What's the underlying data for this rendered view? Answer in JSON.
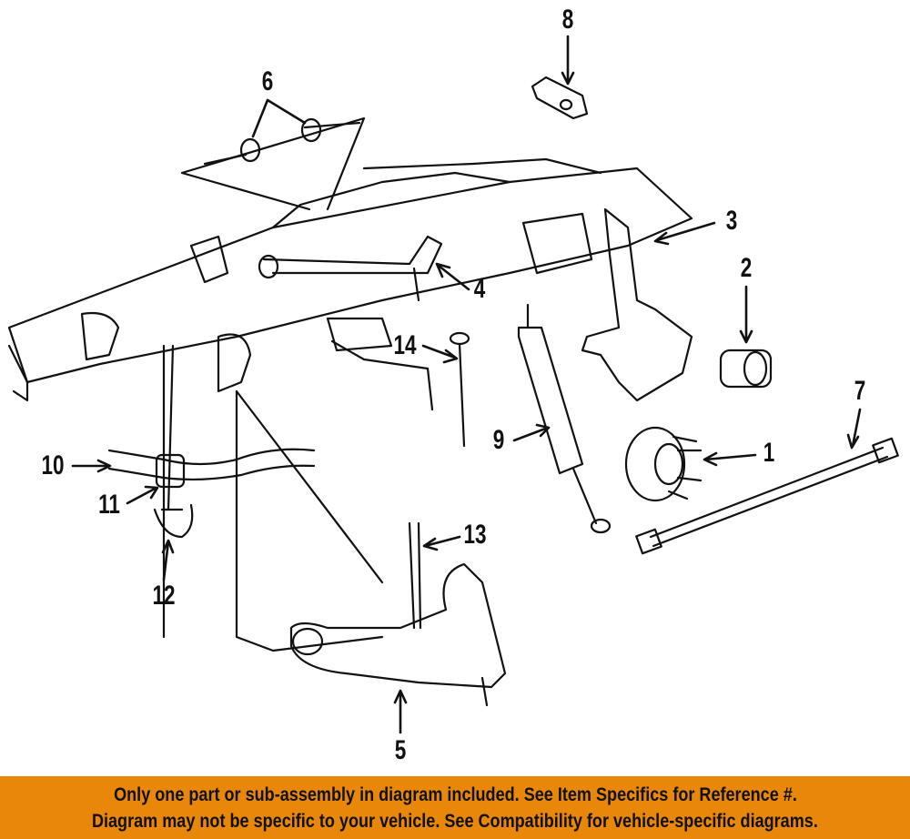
{
  "diagram": {
    "title": "Front suspension parts diagram",
    "callouts": [
      "1",
      "2",
      "3",
      "4",
      "5",
      "6",
      "7",
      "8",
      "9",
      "10",
      "11",
      "12",
      "13",
      "14"
    ]
  },
  "banner": {
    "line1": "Only one part or sub-assembly in diagram included. See Item Specifics for Reference #.",
    "line2": "Diagram may not be specific to your vehicle. See Compatibility for vehicle-specific diagrams.",
    "color": "#E8870A"
  }
}
